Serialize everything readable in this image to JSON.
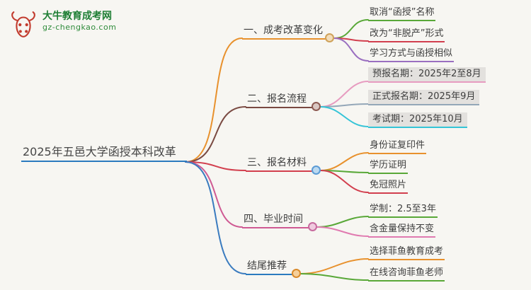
{
  "site": {
    "logo_title": "大牛教育成考网",
    "logo_subtitle": "gz-chengkao.com"
  },
  "mindmap": {
    "root": {
      "label": "2025年五邑大学函授本科改革"
    },
    "branches": [
      {
        "label": "一、成考改革变化",
        "color": "#e8912d",
        "children": [
          {
            "label": "取消“函授”名称",
            "color": "#59a838"
          },
          {
            "label": "改为“非脱产”形式",
            "color": "#d23f4e"
          },
          {
            "label": "学习方式与函授相似",
            "color": "#9a6fc0"
          }
        ]
      },
      {
        "label": "二、报名流程",
        "color": "#7a4a42",
        "children": [
          {
            "label": "预报名期：2025年2至8月",
            "color": "#e79cc0"
          },
          {
            "label": "正式报名期：2025年9月",
            "color": "#94a7b8"
          },
          {
            "label": "考试期：2025年10月",
            "color": "#35c4d7"
          }
        ]
      },
      {
        "label": "三、报名材料",
        "color": "#d23f4e",
        "children": [
          {
            "label": "身份证复印件",
            "color": "#e8912d"
          },
          {
            "label": "学历证明",
            "color": "#59a838"
          },
          {
            "label": "免冠照片",
            "color": "#d23f4e"
          }
        ]
      },
      {
        "label": "四、毕业时间",
        "color": "#cf5a93",
        "children": [
          {
            "label": "学制：2.5至3年",
            "color": "#59a838"
          },
          {
            "label": "含金量保持不变",
            "color": "#e07ab0"
          }
        ]
      },
      {
        "label": "结尾推荐",
        "color": "#3a7bbf",
        "children": [
          {
            "label": "选择菲鱼教育成考",
            "color": "#e8912d"
          },
          {
            "label": "在线咨询菲鱼老师",
            "color": "#59a838"
          }
        ]
      }
    ],
    "root_underline_color": "#2b7bbf",
    "leaf_highlight_bg": "#e3e1de"
  }
}
